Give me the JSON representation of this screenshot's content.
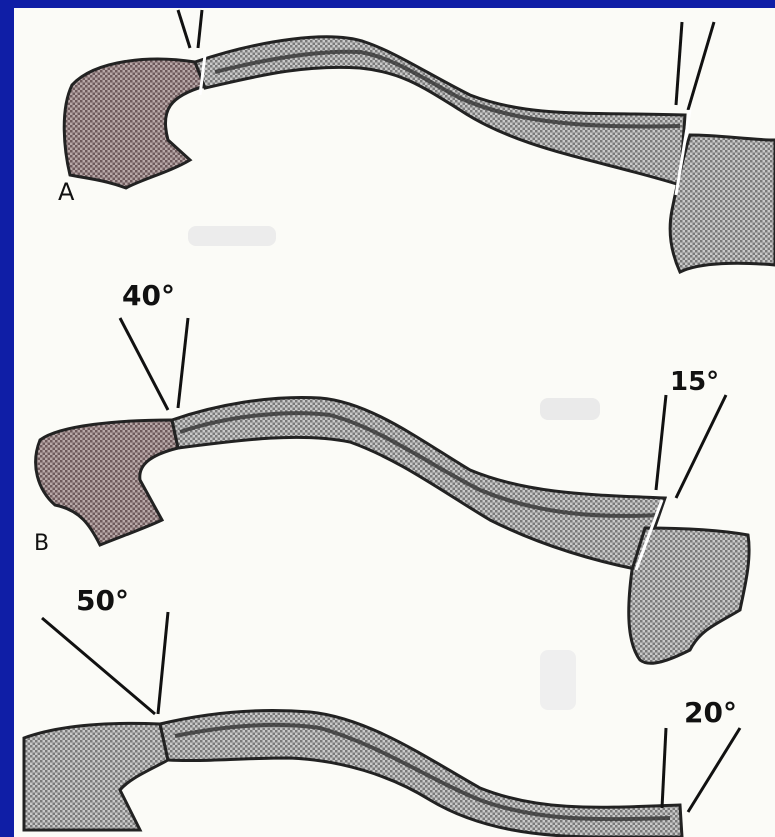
{
  "panels": [
    {
      "label": "A",
      "angle_left": "",
      "angle_right": ""
    },
    {
      "label": "B",
      "angle_left": "40°",
      "angle_right": "15°"
    },
    {
      "label": "",
      "angle_left": "50°",
      "angle_right": "20°"
    }
  ],
  "colors": {
    "background": "#0f1ea6",
    "paper": "#fbfbf7",
    "bone_fill": "#8c8c8c",
    "bone_fill_dark": "#6e6464",
    "ink": "#111111"
  }
}
